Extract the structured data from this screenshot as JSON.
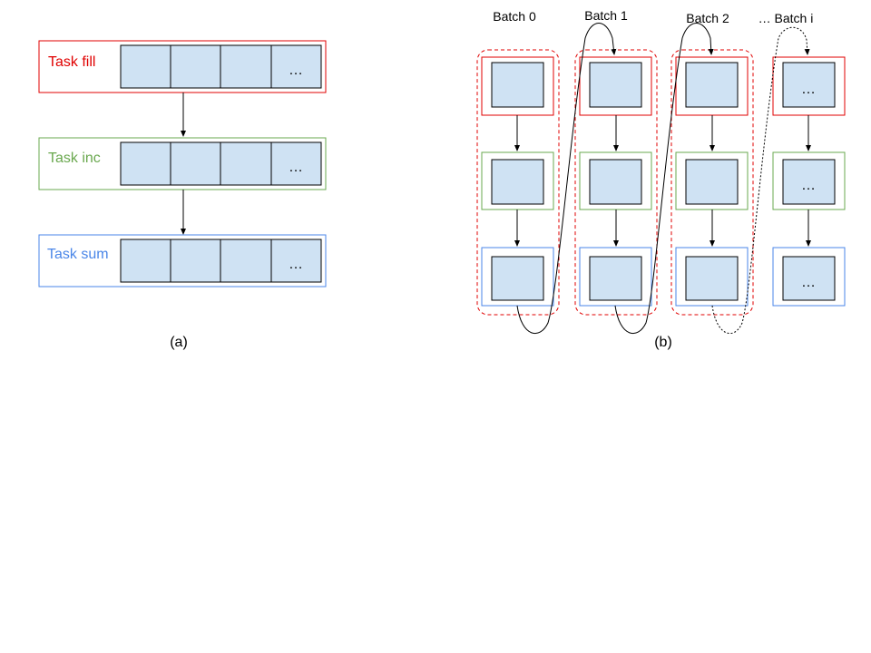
{
  "colors": {
    "fill_task": "#e00000",
    "inc_task": "#6aa84f",
    "sum_task": "#4a86e8",
    "cell_fill": "#cfe2f3",
    "cell_stroke": "#000000",
    "batch_group": "#e00000"
  },
  "panel_a": {
    "caption": "(a)",
    "tasks": [
      {
        "label": "Task fill",
        "color_key": "fill_task"
      },
      {
        "label": "Task inc",
        "color_key": "inc_task"
      },
      {
        "label": "Task sum",
        "color_key": "sum_task"
      }
    ],
    "ellipsis": "…"
  },
  "panel_b": {
    "caption": "(b)",
    "batches": [
      {
        "label": "Batch 0",
        "cells": [
          "",
          "",
          ""
        ]
      },
      {
        "label": "Batch 1",
        "cells": [
          "",
          "",
          ""
        ]
      },
      {
        "label": "Batch 2",
        "cells": [
          "",
          "",
          ""
        ]
      },
      {
        "label": "… Batch i",
        "cells": [
          "…",
          "…",
          "…"
        ]
      }
    ],
    "row_color_keys": [
      "fill_task",
      "inc_task",
      "sum_task"
    ]
  }
}
